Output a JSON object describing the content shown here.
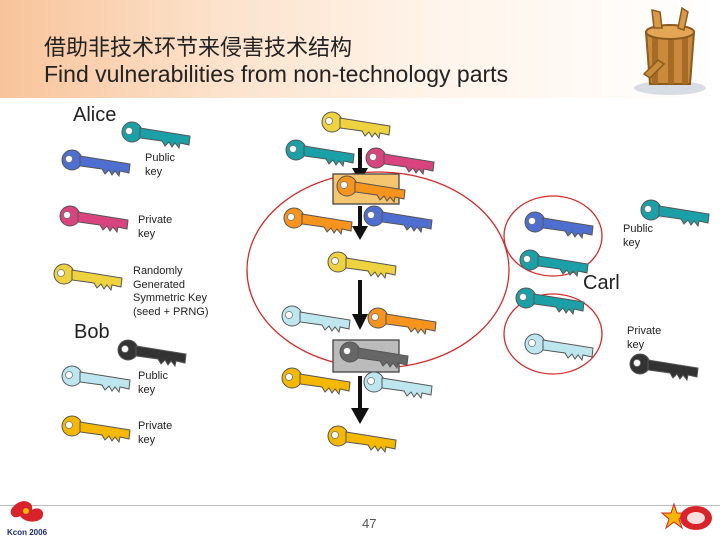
{
  "header": {
    "title_cn": "借助非技术环节来侵害技术结构",
    "title_en": "Find vulnerabilities from non-technology parts"
  },
  "people": {
    "alice": "Alice",
    "bob": "Bob",
    "carl": "Carl"
  },
  "labels": {
    "alice_public": [
      "Public",
      "key"
    ],
    "alice_private": [
      "Private",
      "key"
    ],
    "random_key": [
      "Randomly",
      "Generated",
      "Symmetric Key",
      "(seed + PRNG)"
    ],
    "bob_public": [
      "Public",
      "key"
    ],
    "bob_private": [
      "Private",
      "key"
    ],
    "carl_public": [
      "Public",
      "key"
    ],
    "carl_private": [
      "Private",
      "key"
    ]
  },
  "footer": {
    "page_number": "47",
    "logo_left_text": "Kcon 2006"
  },
  "colors": {
    "teal": "#1aa0a6",
    "blue": "#4f6fd0",
    "pink": "#d9437e",
    "yellow": "#eed23f",
    "orange": "#f7941d",
    "lightblue": "#bde6ee",
    "gold": "#f5b800",
    "dark": "#333333",
    "circle": "#d62b2b",
    "arrow": "#111111",
    "box_fill": "#f6c56f",
    "box2_fill": "#bbbbbb"
  },
  "icons": [
    "key-icon",
    "down-arrow-icon",
    "barrel-icon",
    "kcon-logo",
    "star-logo"
  ]
}
